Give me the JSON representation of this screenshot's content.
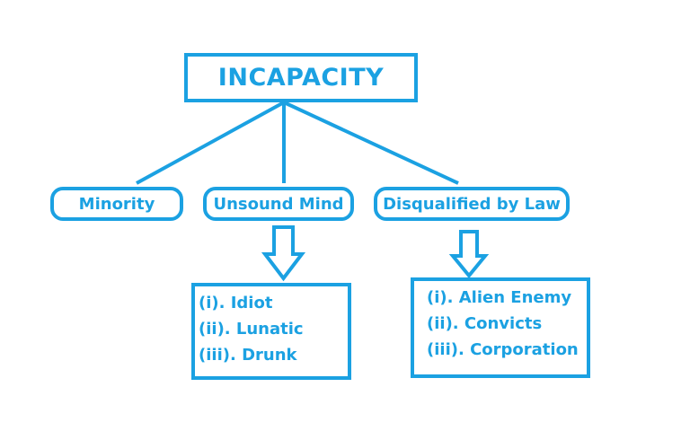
{
  "root": {
    "label": "INCAPACITY"
  },
  "categories": [
    {
      "key": "minority",
      "label": "Minority"
    },
    {
      "key": "unsound",
      "label": "Unsound Mind"
    },
    {
      "key": "disqualified",
      "label": "Disqualified by Law"
    }
  ],
  "lists": {
    "unsound": [
      "(i). Idiot",
      "(ii). Lunatic",
      "(iii). Drunk"
    ],
    "disqualified": [
      "(i). Alien Enemy",
      "(ii). Convicts",
      "(iii). Corporation"
    ]
  },
  "colors": {
    "accent": "#1ba1e2",
    "background": "#ffffff"
  }
}
